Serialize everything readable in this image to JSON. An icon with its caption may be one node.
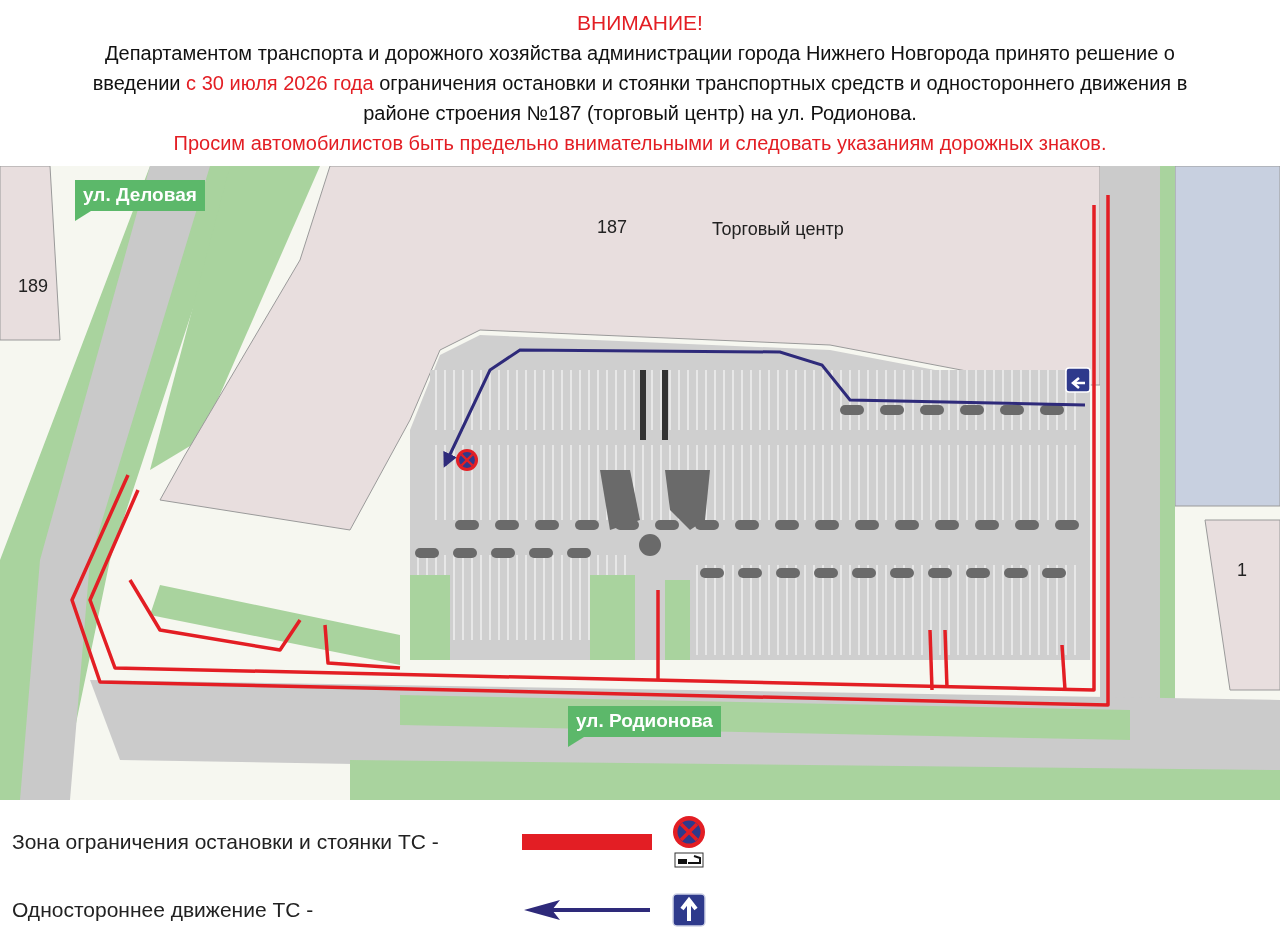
{
  "diagram": {
    "title": "ВНИМАНИЕ!",
    "labels": [
      "Департаментом транспорта и дорожного хозяйства администрации города Нижнего Новгорода принято решение о введении",
      "с 30 июля 2026 года",
      "ограничения остановки и стоянки транспортных средств и одностороннего движения в районе строения №187 (торговый центр) на ул. Родионова.",
      "Просим автомобилистов быть предельно внимательными и следовать указаниям дорожных знаков.",
      "ул. Деловая",
      "187",
      "Торговый центр",
      "189",
      "1",
      "ул. Родионова"
    ],
    "legend": [
      {
        "text": "Зона ограничения остановки и стоянки ТС -",
        "color": "#e31e24"
      },
      {
        "text": "Одностороннее движение ТС -"
      }
    ]
  }
}
